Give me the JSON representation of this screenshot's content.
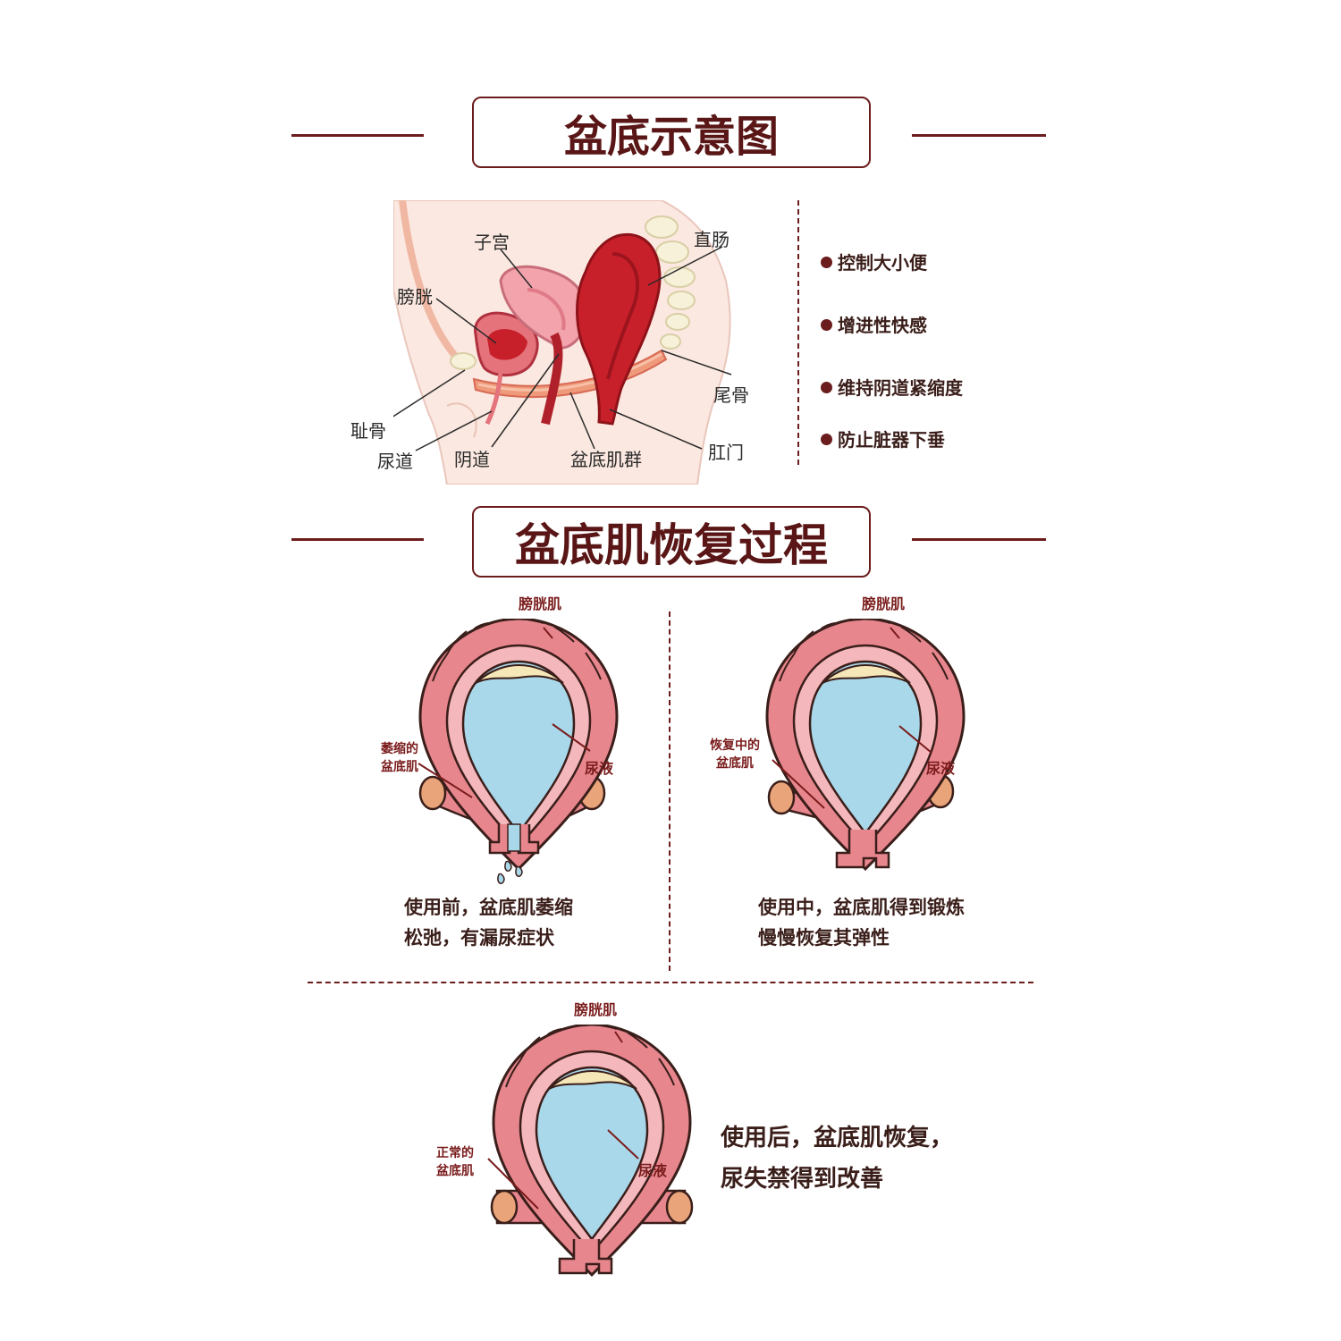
{
  "section1": {
    "title": "盆底示意图",
    "labels": {
      "uterus": "子宫",
      "rectum": "直肠",
      "bladder": "膀胱",
      "coccyx": "尾骨",
      "pubis": "耻骨",
      "urethra": "尿道",
      "vagina": "阴道",
      "pelvic_floor": "盆底肌群",
      "anus": "肛门"
    },
    "functions": [
      "控制大小便",
      "增进性快感",
      "维持阴道紧缩度",
      "防止脏器下垂"
    ]
  },
  "section2": {
    "title": "盆底肌恢复过程",
    "stages": [
      {
        "muscle_label": "膀胱肌",
        "floor_label_line1": "萎缩的",
        "floor_label_line2": "盆底肌",
        "urine_label": "尿液",
        "caption_line1": "使用前，盆底肌萎缩",
        "caption_line2": "松弛，有漏尿症状"
      },
      {
        "muscle_label": "膀胱肌",
        "floor_label_line1": "恢复中的",
        "floor_label_line2": "盆底肌",
        "urine_label": "尿液",
        "caption_line1": "使用中，盆底肌得到锻炼",
        "caption_line2": "慢慢恢复其弹性"
      },
      {
        "muscle_label": "膀胱肌",
        "floor_label_line1": "正常的",
        "floor_label_line2": "盆底肌",
        "urine_label": "尿液",
        "caption_line1": "使用后，盆底肌恢复，",
        "caption_line2": "尿失禁得到改善"
      }
    ]
  },
  "colors": {
    "brand": "#6b1d1d",
    "muscle_pink": "#e8868e",
    "muscle_light": "#f4b7bb",
    "urine_blue": "#a9d8ea",
    "tendon_orange": "#e9a47a",
    "organ_red": "#c8202a",
    "skin": "#fbe8e0"
  }
}
